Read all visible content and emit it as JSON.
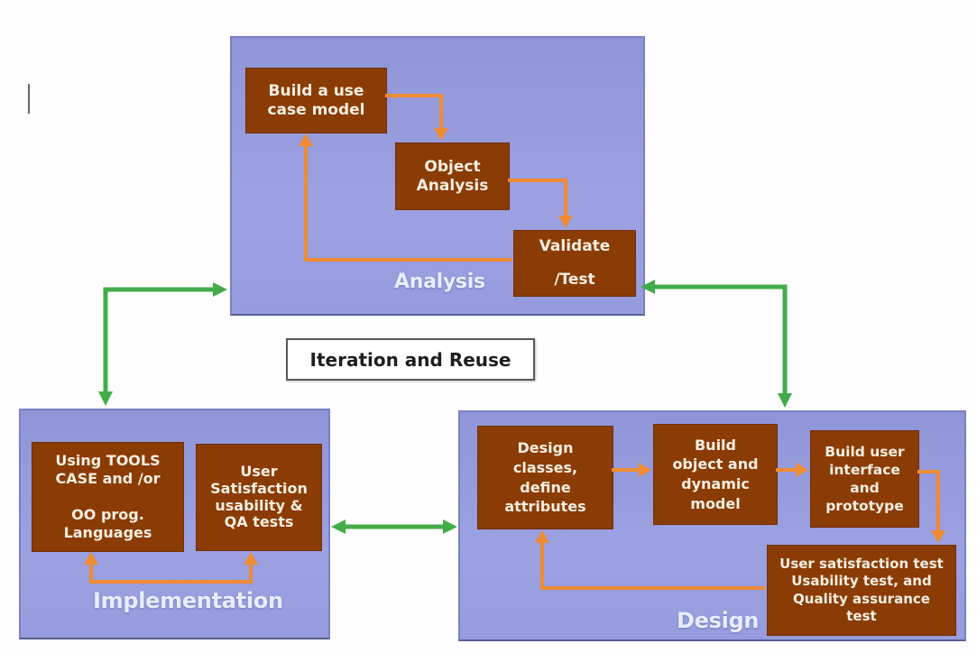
{
  "colors": {
    "panel_fill_top": "#8f95d7",
    "panel_fill_bottom": "#9ca1e1",
    "panel_border": "#7a80c2",
    "box_fill": "#8a3c04",
    "box_text": "#f6eee2",
    "arrow_orange": "#ef8b32",
    "arrow_green": "#43ac49",
    "label_color": "#e9ecfa",
    "iteration_border": "#595959",
    "iteration_text": "#1e1e1e",
    "page_bg": "#fdfdfd",
    "cursor_color": "#666666"
  },
  "iteration_box": {
    "label": "Iteration and Reuse"
  },
  "panels": {
    "analysis": {
      "label": "Analysis",
      "boxes": {
        "build_use_case": "Build a use\ncase model",
        "object_analysis": "Object\nAnalysis",
        "validate_test": "Validate\n/Test"
      }
    },
    "implementation": {
      "label": "Implementation",
      "boxes": {
        "tools": "Using TOOLS\nCASE and /or\n\nOO prog.\nLanguages",
        "user_satisfaction": "User\nSatisfaction\nusability &\nQA tests"
      }
    },
    "design": {
      "label": "Design",
      "boxes": {
        "design_classes": "Design\nclasses,\ndefine\nattributes",
        "build_object": "Build\nobject and\ndynamic\nmodel",
        "build_ui": "Build user\ninterface\nand\nprototype",
        "user_test": "User satisfaction test\nUsability test, and\nQuality assurance\ntest"
      }
    }
  }
}
